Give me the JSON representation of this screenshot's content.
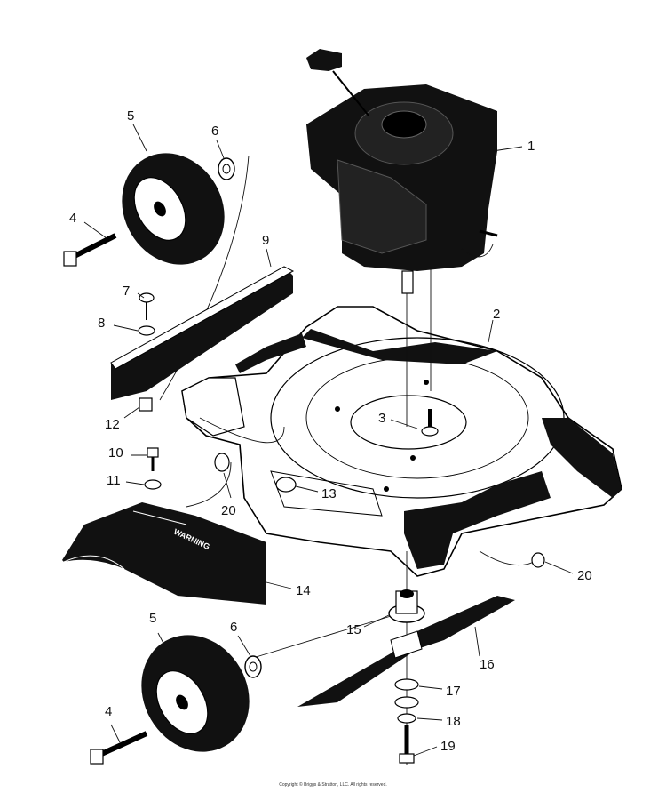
{
  "callouts": {
    "engine": "1",
    "deck": "2",
    "deck_screw": "3",
    "bolt_top": "4",
    "wheel_top": "5",
    "spacer_top": "6",
    "screw_7": "7",
    "washer_8": "8",
    "flap": "9",
    "bolt_10": "10",
    "washer_11": "11",
    "nut_12": "12",
    "nut_13": "13",
    "rear_deflector": "14",
    "adapter": "15",
    "blade": "16",
    "washer_17": "17",
    "washer_18": "18",
    "blade_bolt": "19",
    "nut_20_left": "20",
    "nut_20_right": "20",
    "wheel_bottom": "5",
    "spacer_bottom": "6",
    "bolt_bottom": "4"
  },
  "deflector": {
    "warning_label": "WARNING"
  },
  "footer": {
    "copyright": "Copyright © Briggs & Stratton, LLC. All rights reserved."
  },
  "colors": {
    "ink": "#000000",
    "part_fill": "#111111",
    "paper": "#ffffff"
  }
}
